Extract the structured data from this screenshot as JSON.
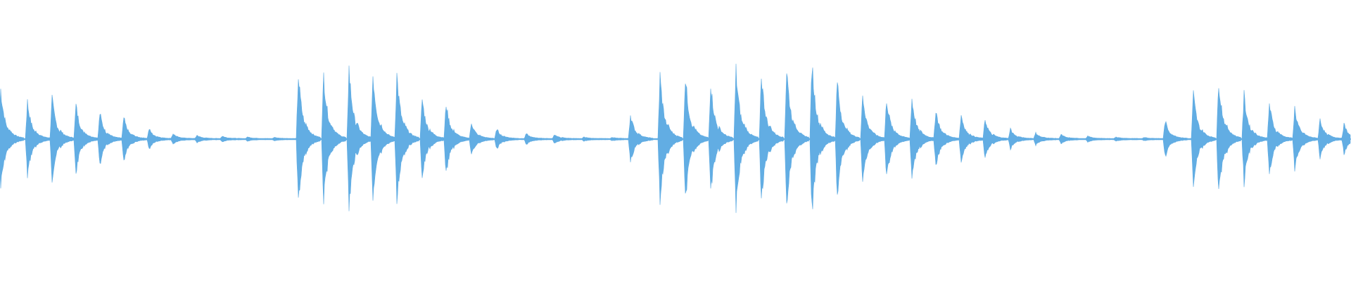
{
  "waveform": {
    "color": "#62ade3",
    "background": "#ffffff",
    "samples_per_second": 20,
    "bursts": [
      {
        "t": 0.05,
        "amp": 0.62
      },
      {
        "t": 1.95,
        "amp": 0.46
      },
      {
        "t": 3.7,
        "amp": 0.5
      },
      {
        "t": 5.4,
        "amp": 0.42
      },
      {
        "t": 7.1,
        "amp": 0.32
      },
      {
        "t": 8.8,
        "amp": 0.26
      },
      {
        "t": 10.6,
        "amp": 0.12
      },
      {
        "t": 12.3,
        "amp": 0.06
      },
      {
        "t": 14.0,
        "amp": 0.04
      },
      {
        "t": 15.8,
        "amp": 0.03
      },
      {
        "t": 17.6,
        "amp": 0.02
      },
      {
        "t": 19.5,
        "amp": 0.015
      },
      {
        "t": 21.2,
        "amp": 0.8
      },
      {
        "t": 23.0,
        "amp": 0.8
      },
      {
        "t": 24.8,
        "amp": 0.88
      },
      {
        "t": 26.5,
        "amp": 0.82
      },
      {
        "t": 28.2,
        "amp": 0.8
      },
      {
        "t": 30.0,
        "amp": 0.5
      },
      {
        "t": 31.7,
        "amp": 0.44
      },
      {
        "t": 33.5,
        "amp": 0.2
      },
      {
        "t": 35.3,
        "amp": 0.12
      },
      {
        "t": 37.4,
        "amp": 0.06
      },
      {
        "t": 39.4,
        "amp": 0.05
      },
      {
        "t": 41.5,
        "amp": 0.02
      },
      {
        "t": 43.5,
        "amp": 0.015
      },
      {
        "t": 44.8,
        "amp": 0.3
      },
      {
        "t": 46.9,
        "amp": 0.78
      },
      {
        "t": 48.7,
        "amp": 0.78
      },
      {
        "t": 50.5,
        "amp": 0.7
      },
      {
        "t": 52.3,
        "amp": 0.85
      },
      {
        "t": 54.1,
        "amp": 0.82
      },
      {
        "t": 55.9,
        "amp": 0.88
      },
      {
        "t": 57.7,
        "amp": 0.96
      },
      {
        "t": 59.5,
        "amp": 0.74
      },
      {
        "t": 61.3,
        "amp": 0.56
      },
      {
        "t": 63.0,
        "amp": 0.5
      },
      {
        "t": 64.8,
        "amp": 0.5
      },
      {
        "t": 66.5,
        "amp": 0.36
      },
      {
        "t": 68.3,
        "amp": 0.3
      },
      {
        "t": 70.0,
        "amp": 0.24
      },
      {
        "t": 71.8,
        "amp": 0.12
      },
      {
        "t": 73.6,
        "amp": 0.07
      },
      {
        "t": 75.4,
        "amp": 0.05
      },
      {
        "t": 77.3,
        "amp": 0.03
      },
      {
        "t": 79.3,
        "amp": 0.02
      },
      {
        "t": 81.3,
        "amp": 0.015
      },
      {
        "t": 82.8,
        "amp": 0.22
      },
      {
        "t": 84.8,
        "amp": 0.56
      },
      {
        "t": 86.6,
        "amp": 0.74
      },
      {
        "t": 88.4,
        "amp": 0.54
      },
      {
        "t": 90.2,
        "amp": 0.44
      },
      {
        "t": 92.0,
        "amp": 0.38
      },
      {
        "t": 93.8,
        "amp": 0.24
      },
      {
        "t": 95.5,
        "amp": 0.18
      }
    ]
  }
}
